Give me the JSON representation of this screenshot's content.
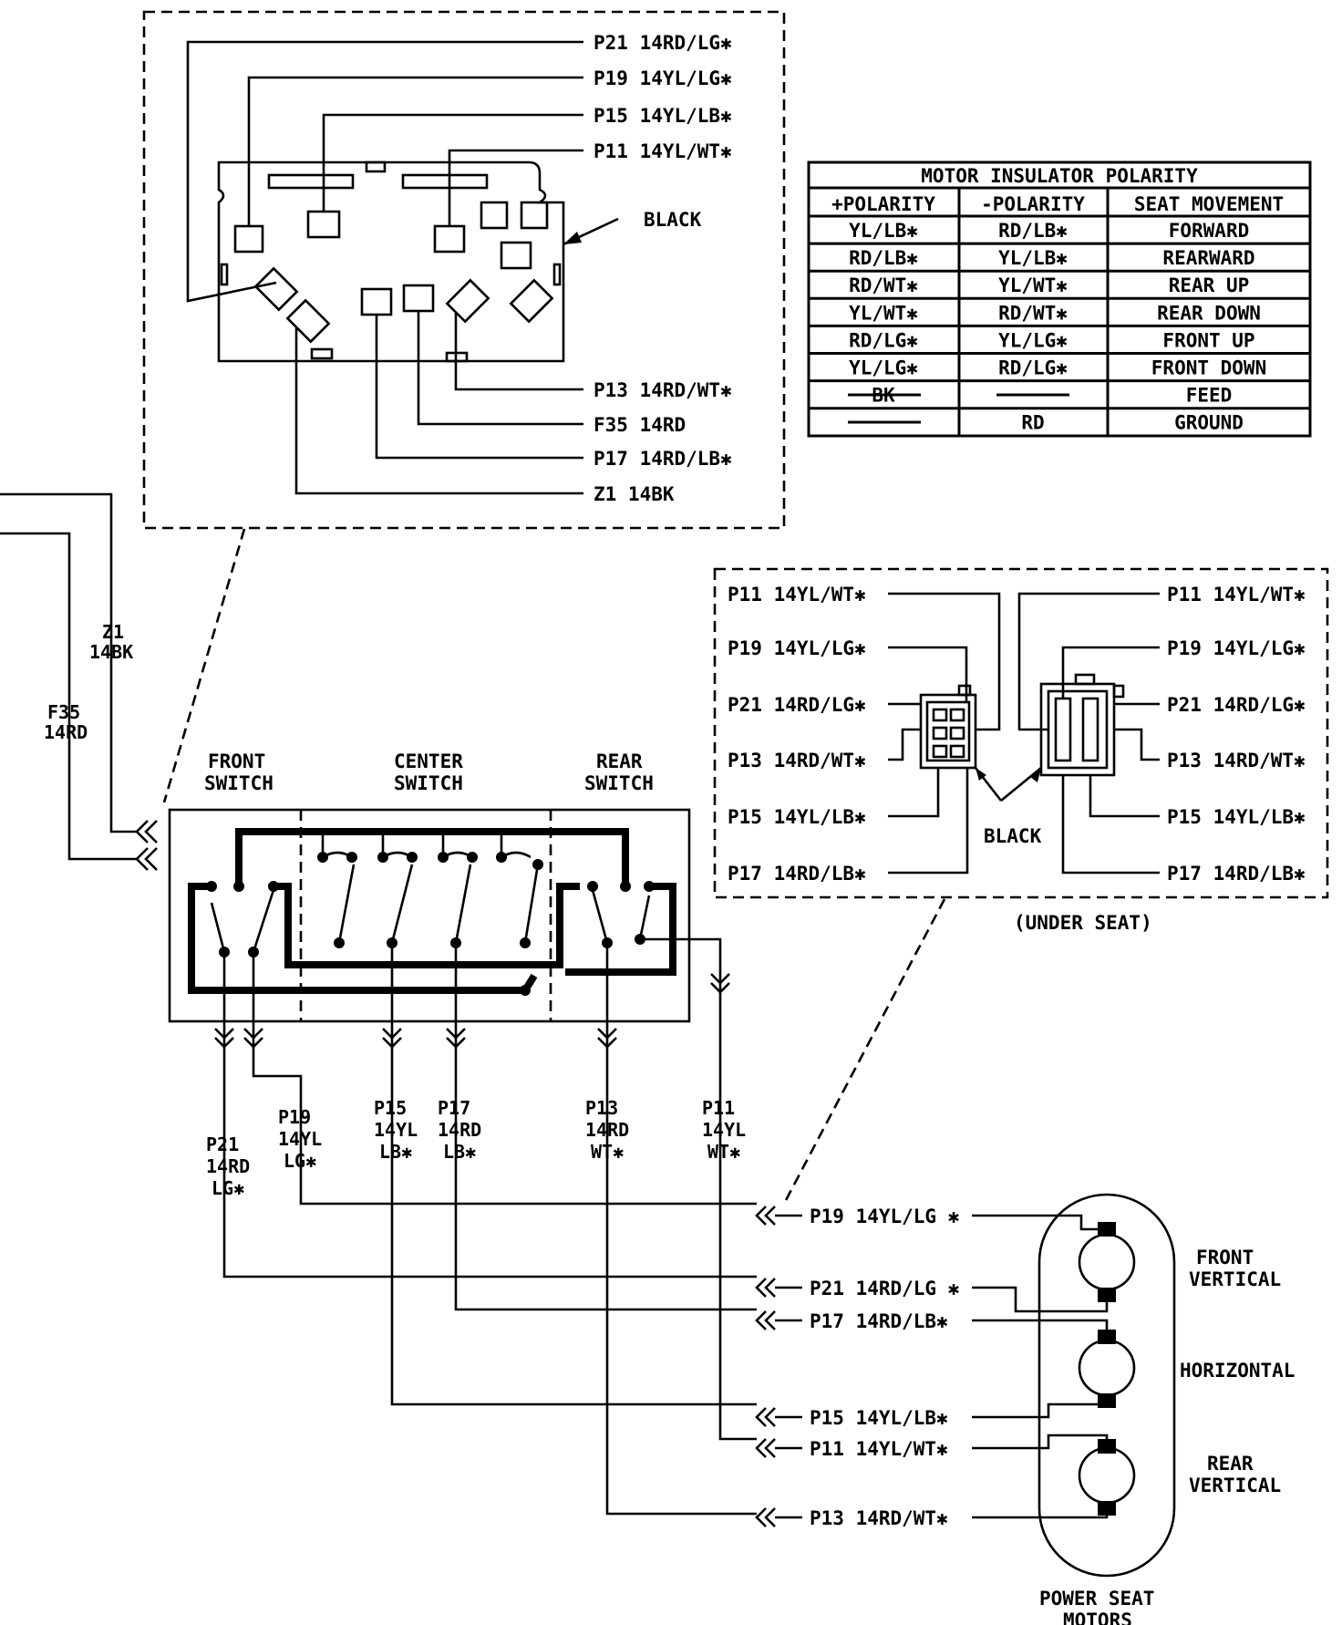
{
  "top_connector": {
    "right_labels": [
      "P21 14RD/LG✱",
      "P19 14YL/LG✱",
      "P15 14YL/LB✱",
      "P11 14YL/WT✱"
    ],
    "bottom_labels": [
      "P13 14RD/WT✱",
      "F35 14RD",
      "P17 14RD/LB✱",
      "Z1 14BK"
    ],
    "color_label": "BLACK"
  },
  "polarity_table": {
    "title": "MOTOR INSULATOR POLARITY",
    "headers": [
      "+POLARITY",
      "-POLARITY",
      "SEAT MOVEMENT"
    ],
    "rows": [
      [
        "YL/LB✱",
        "RD/LB✱",
        "FORWARD"
      ],
      [
        "RD/LB✱",
        "YL/LB✱",
        "REARWARD"
      ],
      [
        "RD/WT✱",
        "YL/WT✱",
        "REAR UP"
      ],
      [
        "YL/WT✱",
        "RD/WT✱",
        "REAR DOWN"
      ],
      [
        "RD/LG✱",
        "YL/LG✱",
        "FRONT UP"
      ],
      [
        "YL/LG✱",
        "RD/LG✱",
        "FRONT DOWN"
      ],
      [
        "BK",
        "",
        "FEED"
      ],
      [
        "",
        "RD",
        "GROUND"
      ]
    ]
  },
  "under_seat": {
    "left_labels": [
      "P11 14YL/WT✱",
      "P19 14YL/LG✱",
      "P21 14RD/LG✱",
      "P13 14RD/WT✱",
      "P15 14YL/LB✱",
      "P17 14RD/LB✱"
    ],
    "right_labels": [
      "P11 14YL/WT✱",
      "P19 14YL/LG✱",
      "P21 14RD/LG✱",
      "P13 14RD/WT✱",
      "P15 14YL/LB✱",
      "P17 14RD/LB✱"
    ],
    "color_label": "BLACK",
    "caption": "(UNDER SEAT)"
  },
  "input_wires": {
    "z1": [
      "Z1",
      "14BK"
    ],
    "f35": [
      "F35",
      "14RD"
    ]
  },
  "switches": {
    "front": [
      "FRONT",
      "SWITCH"
    ],
    "center": [
      "CENTER",
      "SWITCH"
    ],
    "rear": [
      "REAR",
      "SWITCH"
    ]
  },
  "output_wires": [
    [
      "P21",
      "14RD",
      "LG✱"
    ],
    [
      "P19",
      "14YL",
      "LG✱"
    ],
    [
      "P15",
      "14YL",
      "LB✱"
    ],
    [
      "P17",
      "14RD",
      "LB✱"
    ],
    [
      "P13",
      "14RD",
      "WT✱"
    ],
    [
      "P11",
      "14YL",
      "WT✱"
    ]
  ],
  "motor_wires": [
    "P19 14YL/LG ✱",
    "P21 14RD/LG ✱",
    "P17 14RD/LB✱",
    "P15 14YL/LB✱",
    "P11 14YL/WT✱",
    "P13 14RD/WT✱"
  ],
  "motors": {
    "front": [
      "FRONT",
      "VERTICAL"
    ],
    "horizontal": "HORIZONTAL",
    "rear": [
      "REAR",
      "VERTICAL"
    ],
    "caption": [
      "POWER SEAT",
      "MOTORS"
    ]
  }
}
